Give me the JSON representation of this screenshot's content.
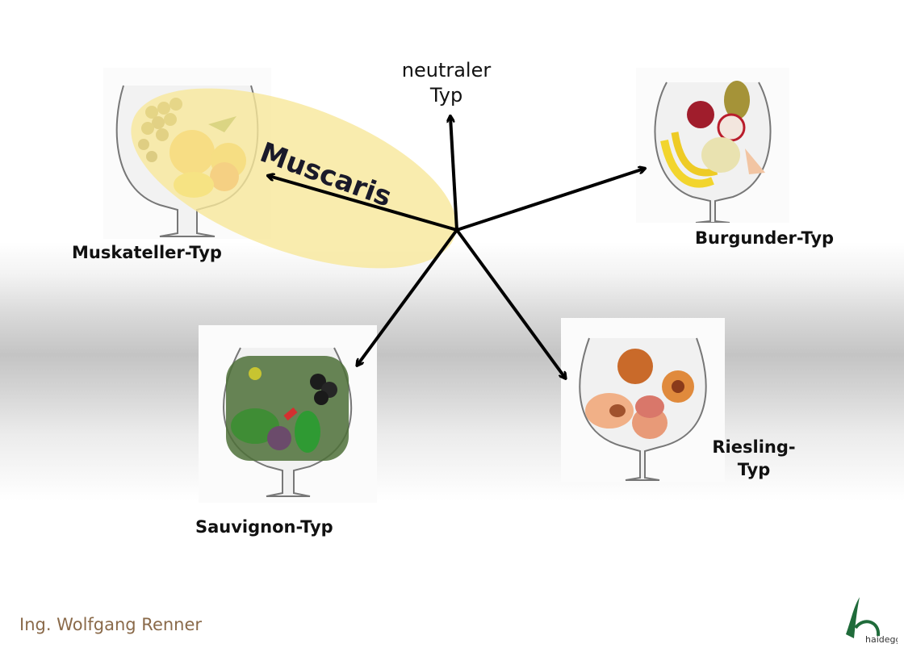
{
  "diagram": {
    "center_label": "",
    "top_axis": "neutraler\nTyp",
    "highlight": "Muscaris",
    "types": [
      {
        "id": "muskateller",
        "label": "Muskateller-Typ"
      },
      {
        "id": "burgunder",
        "label": "Burgunder-Typ"
      },
      {
        "id": "sauvignon",
        "label": "Sauvignon-Typ"
      },
      {
        "id": "riesling",
        "label": "Riesling-\nTyp"
      }
    ]
  },
  "footer": {
    "author": "Ing. Wolfgang Renner",
    "logo_text": "haidegg"
  },
  "colors": {
    "highlight_fill": "#f7e79a",
    "arrow": "#000000",
    "author": "#8a6a4a",
    "logo_green": "#1f6b3a"
  },
  "icons": [
    "wine-glass-icon",
    "grapes-icon",
    "apple-icon",
    "pear-icon",
    "banana-icon",
    "melon-icon",
    "peach-icon",
    "pepper-icon",
    "leaf-icon",
    "logo-icon"
  ]
}
